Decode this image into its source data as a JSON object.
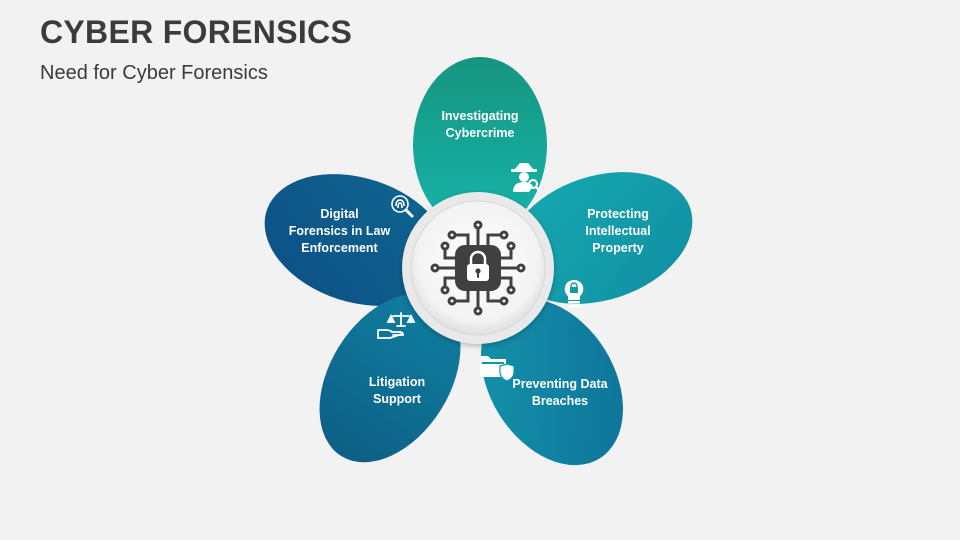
{
  "title": "CYBER FORENSICS",
  "subtitle": "Need for Cyber Forensics",
  "petals": [
    {
      "label": "Investigating\nCybercrime",
      "icon": "detective-icon",
      "color": "#14a597"
    },
    {
      "label": "Protecting\nIntellectual\nProperty",
      "icon": "lightbulb-lock-icon",
      "color": "#139aa3"
    },
    {
      "label": "Preventing Data\nBreaches",
      "icon": "folder-shield-icon",
      "color": "#1180a4"
    },
    {
      "label": "Litigation\nSupport",
      "icon": "scales-hand-icon",
      "color": "#0f6f95"
    },
    {
      "label": "Digital\nForensics in Law\nEnforcement",
      "icon": "fingerprint-search-icon",
      "color": "#0e5c8e"
    }
  ],
  "center": {
    "icon": "circuit-lock-icon"
  }
}
